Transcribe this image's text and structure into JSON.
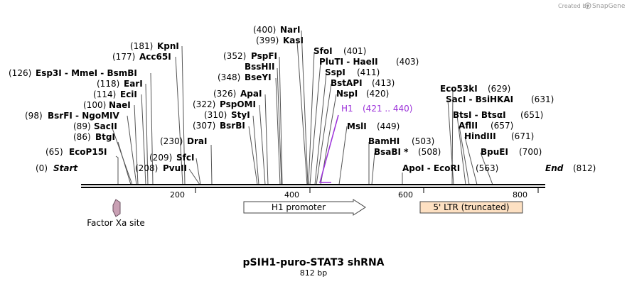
{
  "credit": {
    "created_by": "Created by",
    "brand": "SnapGene"
  },
  "ends": {
    "start_pos": "(0)",
    "start": "Start",
    "end": "End",
    "end_pos": "(812)"
  },
  "ticks": [
    "200",
    "400",
    "600",
    "800"
  ],
  "sites": [
    {
      "pos": "(65)",
      "names": "EcoP15I"
    },
    {
      "pos": "(86)",
      "names": "BtgI"
    },
    {
      "pos": "(89)",
      "names": "SacII"
    },
    {
      "pos": "(98)",
      "names": "BsrFI  -  NgoMIV"
    },
    {
      "pos": "(100)",
      "names": "NaeI"
    },
    {
      "pos": "(114)",
      "names": "EciI"
    },
    {
      "pos": "(118)",
      "names": "EarI"
    },
    {
      "pos": "(126)",
      "names": "Esp3I  -  MmeI  -  BsmBI"
    },
    {
      "pos": "(177)",
      "names": "Acc65I"
    },
    {
      "pos": "(181)",
      "names": "KpnI"
    },
    {
      "pos": "(208)",
      "names": "PvuII"
    },
    {
      "pos": "(209)",
      "names": "SfcI"
    },
    {
      "pos": "(230)",
      "names": "DraI"
    },
    {
      "pos": "(307)",
      "names": "BsrBI"
    },
    {
      "pos": "(310)",
      "names": "StyI"
    },
    {
      "pos": "(322)",
      "names": "PspOMI"
    },
    {
      "pos": "(326)",
      "names": "ApaI"
    },
    {
      "pos": "(348)",
      "names": "BseYI"
    },
    {
      "pos": "",
      "names": "BssHII"
    },
    {
      "pos": "(352)",
      "names": "PspFI"
    },
    {
      "pos": "(399)",
      "names": "KasI"
    },
    {
      "pos": "(400)",
      "names": "NarI"
    },
    {
      "pos": "(401)",
      "names": "SfoI"
    },
    {
      "pos": "(403)",
      "names": "PluTI  -  HaeII"
    },
    {
      "pos": "(411)",
      "names": "SspI"
    },
    {
      "pos": "(413)",
      "names": "BstAPI"
    },
    {
      "pos": "(420)",
      "names": "NspI"
    },
    {
      "pos": "(449)",
      "names": "MslI"
    },
    {
      "pos": "(503)",
      "names": "BamHI"
    },
    {
      "pos": "(508)",
      "names": "BsaBI *"
    },
    {
      "pos": "(563)",
      "names": "ApoI  -  EcoRI"
    },
    {
      "pos": "(629)",
      "names": "Eco53kI"
    },
    {
      "pos": "(631)",
      "names": "SacI  -  BsiHKAI"
    },
    {
      "pos": "(651)",
      "names": "BtsI  -  BtsαI"
    },
    {
      "pos": "(657)",
      "names": "AflII"
    },
    {
      "pos": "(671)",
      "names": "HindIII"
    },
    {
      "pos": "(700)",
      "names": "BpuEI"
    }
  ],
  "primer": {
    "name": "H1",
    "range": "(421 .. 440)",
    "color": "#9b30d9"
  },
  "features": [
    {
      "label": "Factor Xa site",
      "color": "#c9a0b4"
    },
    {
      "label": "H1 promoter",
      "color": "#ffffff"
    },
    {
      "label": "5' LTR (truncated)",
      "color": "#fde0c2"
    }
  ],
  "plasmid": {
    "name": "pSIH1-puro-STAT3 shRNA",
    "length": "812 bp"
  }
}
